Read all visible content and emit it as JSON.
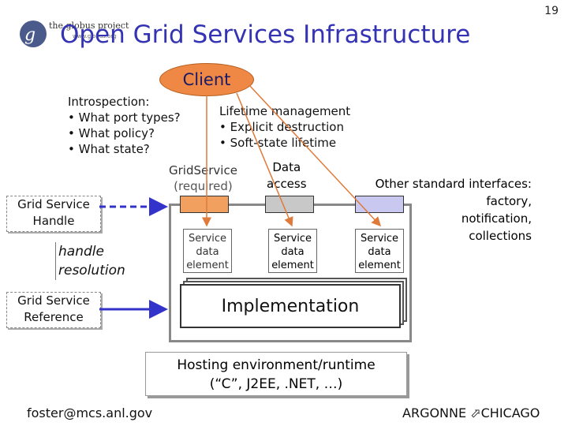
{
  "slide": {
    "number": "19",
    "title": "Open Grid Services Infrastructure",
    "logo": {
      "name": "the globus project",
      "url_text": "www.globus.org"
    }
  },
  "client": {
    "label": "Client"
  },
  "introspection": {
    "heading": "Introspection:",
    "items": [
      "• What port types?",
      "• What policy?",
      "• What state?"
    ]
  },
  "lifetime": {
    "heading": "Lifetime management",
    "items": [
      "• Explicit destruction",
      "• Soft-state lifetime"
    ]
  },
  "gridservice": {
    "line1": "GridService",
    "line2": "(required)"
  },
  "data_access": {
    "line1": "Data",
    "line2": "access"
  },
  "other_interfaces": {
    "lines": [
      "Other standard interfaces:",
      "factory,",
      "notification,",
      "collections"
    ]
  },
  "handle": {
    "line1": "Grid Service",
    "line2": "Handle"
  },
  "handle_resolution": {
    "line1": "handle",
    "line2": "resolution"
  },
  "reference": {
    "line1": "Grid Service",
    "line2": "Reference"
  },
  "service_data_elements": [
    {
      "line1": "Service",
      "line2": "data",
      "line3": "element"
    },
    {
      "line1": "Service",
      "line2": "data",
      "line3": "element"
    },
    {
      "line1": "Service",
      "line2": "data",
      "line3": "element"
    }
  ],
  "implementation": {
    "label": "Implementation"
  },
  "hosting": {
    "line1": "Hosting environment/runtime",
    "line2": "(“C”, J2EE, .NET, …)"
  },
  "footer": {
    "email": "foster@mcs.anl.gov",
    "org_left": "ARGONNE",
    "org_right": "CHICAGO"
  },
  "colors": {
    "title": "#3333b3",
    "client_fill": "#ee8844",
    "port_gridservice": "#f2a060",
    "port_data": "#c8c8c8",
    "port_other": "#c8c8f0",
    "arrow_blue": "#3333cc"
  }
}
